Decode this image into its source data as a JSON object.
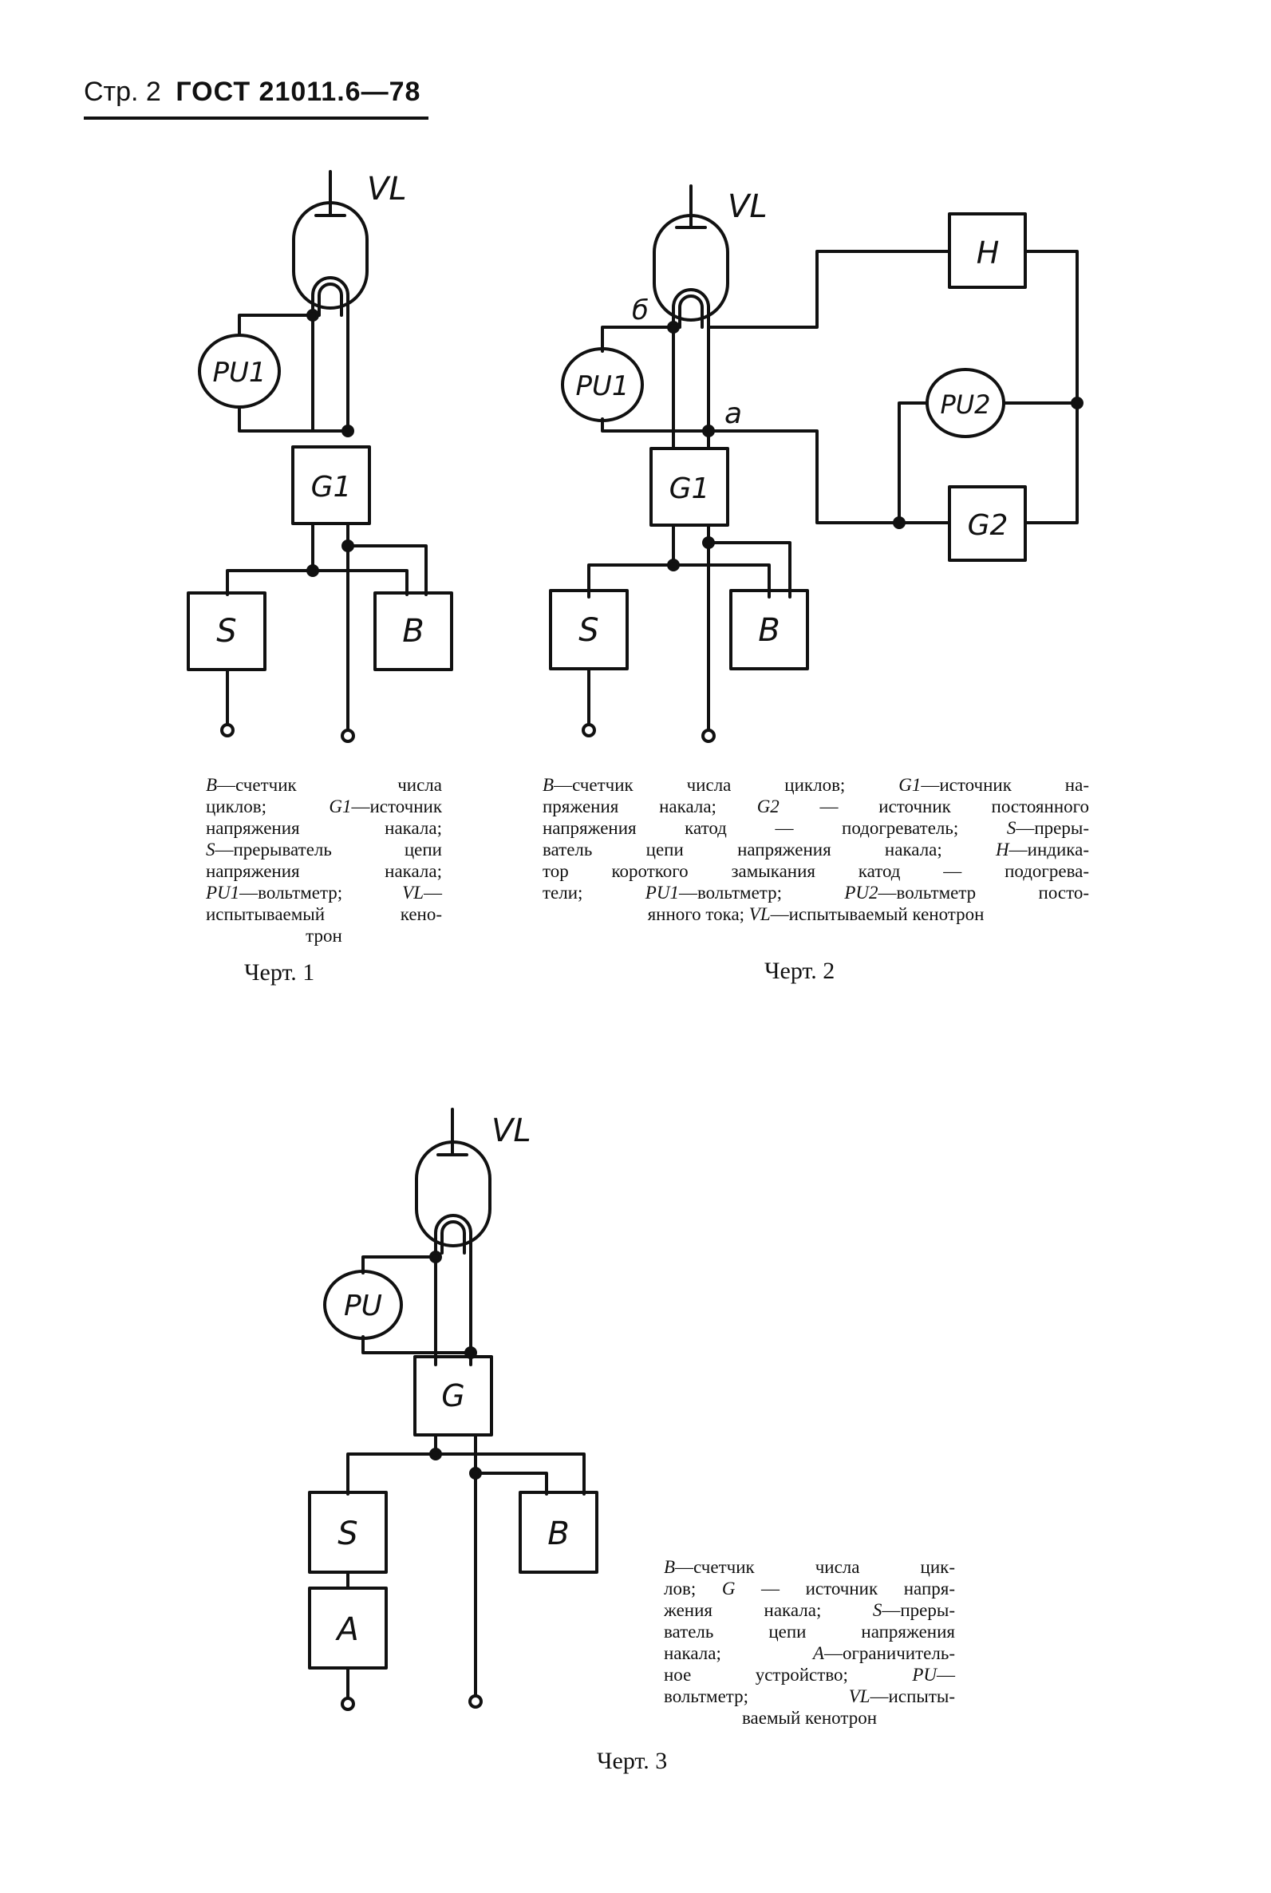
{
  "header": {
    "page_label": "Стр. 2",
    "standard": "ГОСТ 21011.6—78"
  },
  "figures": [
    {
      "title": "Черт. 1",
      "labels": {
        "vl": "VL",
        "pu": "PU1",
        "g": "G1",
        "s": "S",
        "b": "B"
      },
      "caption_lines": [
        "<i>В</i>—счетчик числа",
        "циклов; <i>G1</i>—источник",
        "напряжения накала;",
        "<i>S</i>—прерыватель цепи",
        "напряжения накала;",
        "<i>PU1</i>—вольтметр; <i>VL</i>—",
        "испытываемый кено-",
        "трон"
      ]
    },
    {
      "title": "Черт. 2",
      "labels": {
        "vl": "VL",
        "pu1": "PU1",
        "pu2": "PU2",
        "g1": "G1",
        "g2": "G2",
        "h": "H",
        "s": "S",
        "b": "B",
        "node_b": "б",
        "node_a": "a"
      },
      "caption_lines": [
        "<i>В</i>—счетчик числа циклов; <i>G1</i>—источник на-",
        "пряжения накала; <i>G2</i> — источник постоянного",
        "напряжения катод — подогреватель; <i>S</i>—преры-",
        "ватель цепи напряжения накала; <i>H</i>—индика-",
        "тор короткого замыкания катод — подогрева-",
        "тели; <i>PU1</i>—вольтметр; <i>PU2</i>—вольтметр посто-",
        "янного тока; <i>VL</i>—испытываемый кенотрон"
      ]
    },
    {
      "title": "Черт. 3",
      "labels": {
        "vl": "VL",
        "pu": "PU",
        "g": "G",
        "s": "S",
        "a": "A",
        "b": "B"
      },
      "caption_lines": [
        "<i>В</i>—счетчик числа цик-",
        "лов; <i>G</i> — источник напря-",
        "жения накала; <i>S</i>—преры-",
        "ватель цепи напряжения",
        "накала; <i>A</i>—ограничитель-",
        "ное устройство; <i>PU</i>—",
        "вольтметр; <i>VL</i>—испыты-",
        "ваемый кенотрон"
      ]
    }
  ]
}
